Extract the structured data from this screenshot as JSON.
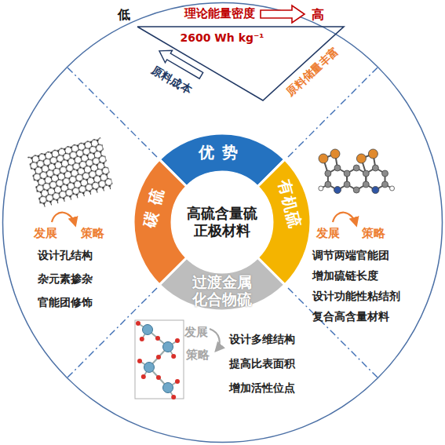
{
  "diagram": {
    "nodes": [
      {
        "text": [
          "优势"
        ]
      },
      {
        "text": [
          "有机硫"
        ]
      },
      {
        "text": [
          "过渡金属化合物硫"
        ]
      },
      {
        "text": [
          "碳硫"
        ]
      },
      {
        "text": [
          "高硫含量硫正极材料"
        ]
      }
    ],
    "labels": [
      "低",
      "理论能量密度",
      "高",
      "2600 Wh kg⁻¹",
      "原料成本",
      "原料储量丰富",
      "发展",
      "策略",
      "设计孔结构",
      "杂元素掺杂",
      "官能团修饰",
      "发展",
      "策略",
      "调节两端官能团",
      "增加硫链长度",
      "设计功能性粘结剂",
      "复合高含量材料",
      "发展",
      "策略",
      "设计多维结构",
      "提高比表面积",
      "增加活性位点"
    ]
  }
}
